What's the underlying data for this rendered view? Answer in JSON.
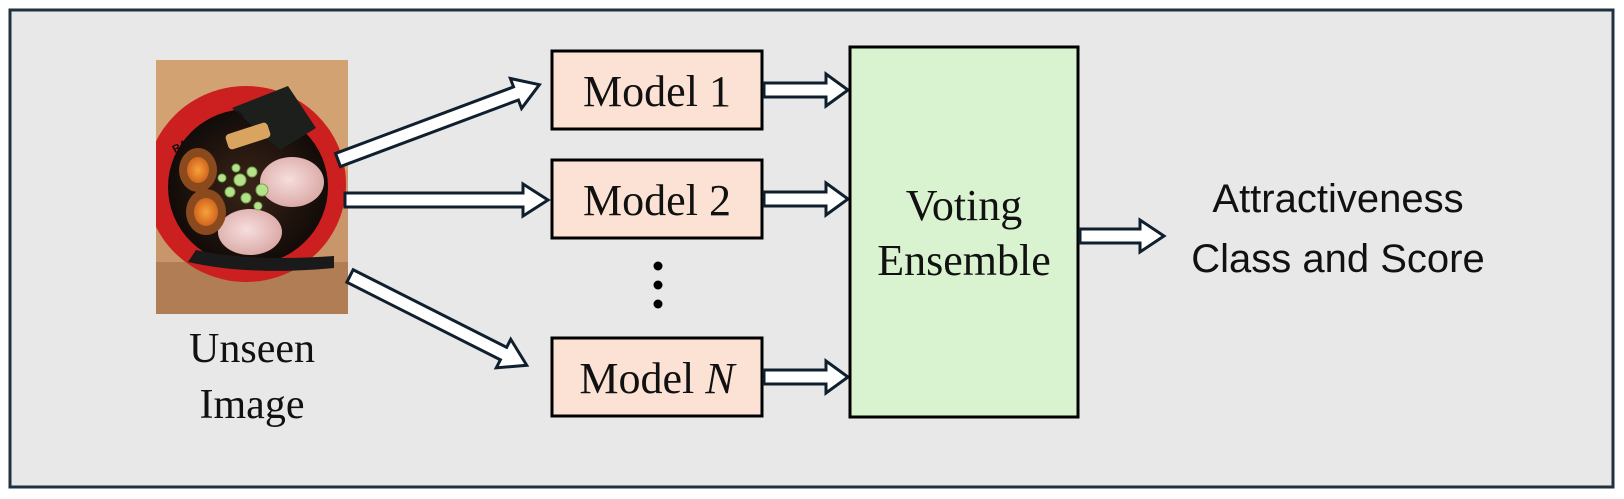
{
  "input": {
    "label_line1": "Unseen",
    "label_line2": "Image",
    "image_subject": "ramen-bowl-photo",
    "bowl_text": "RAMEN IROHA"
  },
  "models": [
    {
      "prefix": "Model ",
      "suffix": "1"
    },
    {
      "prefix": "Model ",
      "suffix": "2"
    },
    {
      "prefix": "Model ",
      "suffix": "N"
    }
  ],
  "ellipsis": "⋮",
  "ensemble": {
    "line1": "Voting",
    "line2": "Ensemble"
  },
  "output": {
    "line1": "Attractiveness",
    "line2": "Class and Score"
  },
  "colors": {
    "background": "#e8e8e8",
    "frame": "#1f3240",
    "model_fill": "#fbe2d5",
    "ensemble_fill": "#d9f2d0",
    "box_stroke": "#000000",
    "arrow_stroke": "#0f1f2e",
    "arrow_fill": "#ffffff"
  }
}
